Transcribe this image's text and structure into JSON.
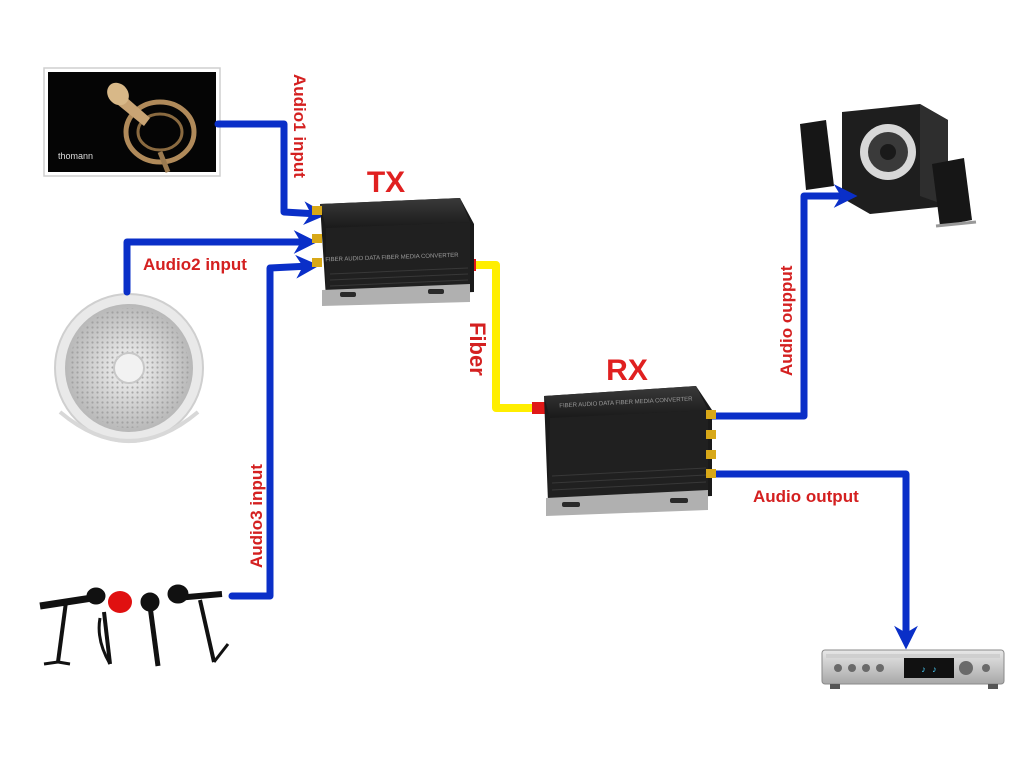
{
  "tx": {
    "title": "TX",
    "panel_text": "FIBER AUDIO DATA FIBER MEDIA CONVERTER"
  },
  "rx": {
    "title": "RX",
    "panel_text": "FIBER AUDIO DATA FIBER MEDIA CONVERTER"
  },
  "labels": {
    "audio1": "Audio1 input",
    "audio2": "Audio2 input",
    "audio3": "Audio3 input",
    "fiber": "Fiber",
    "out_speaker": "Audio oupput",
    "out_amp": "Audio output"
  },
  "sources": {
    "mic_brand": "thomann"
  },
  "colors": {
    "cable": "#0a2fc8",
    "fiber": "#ffee00",
    "label": "#d42020"
  }
}
